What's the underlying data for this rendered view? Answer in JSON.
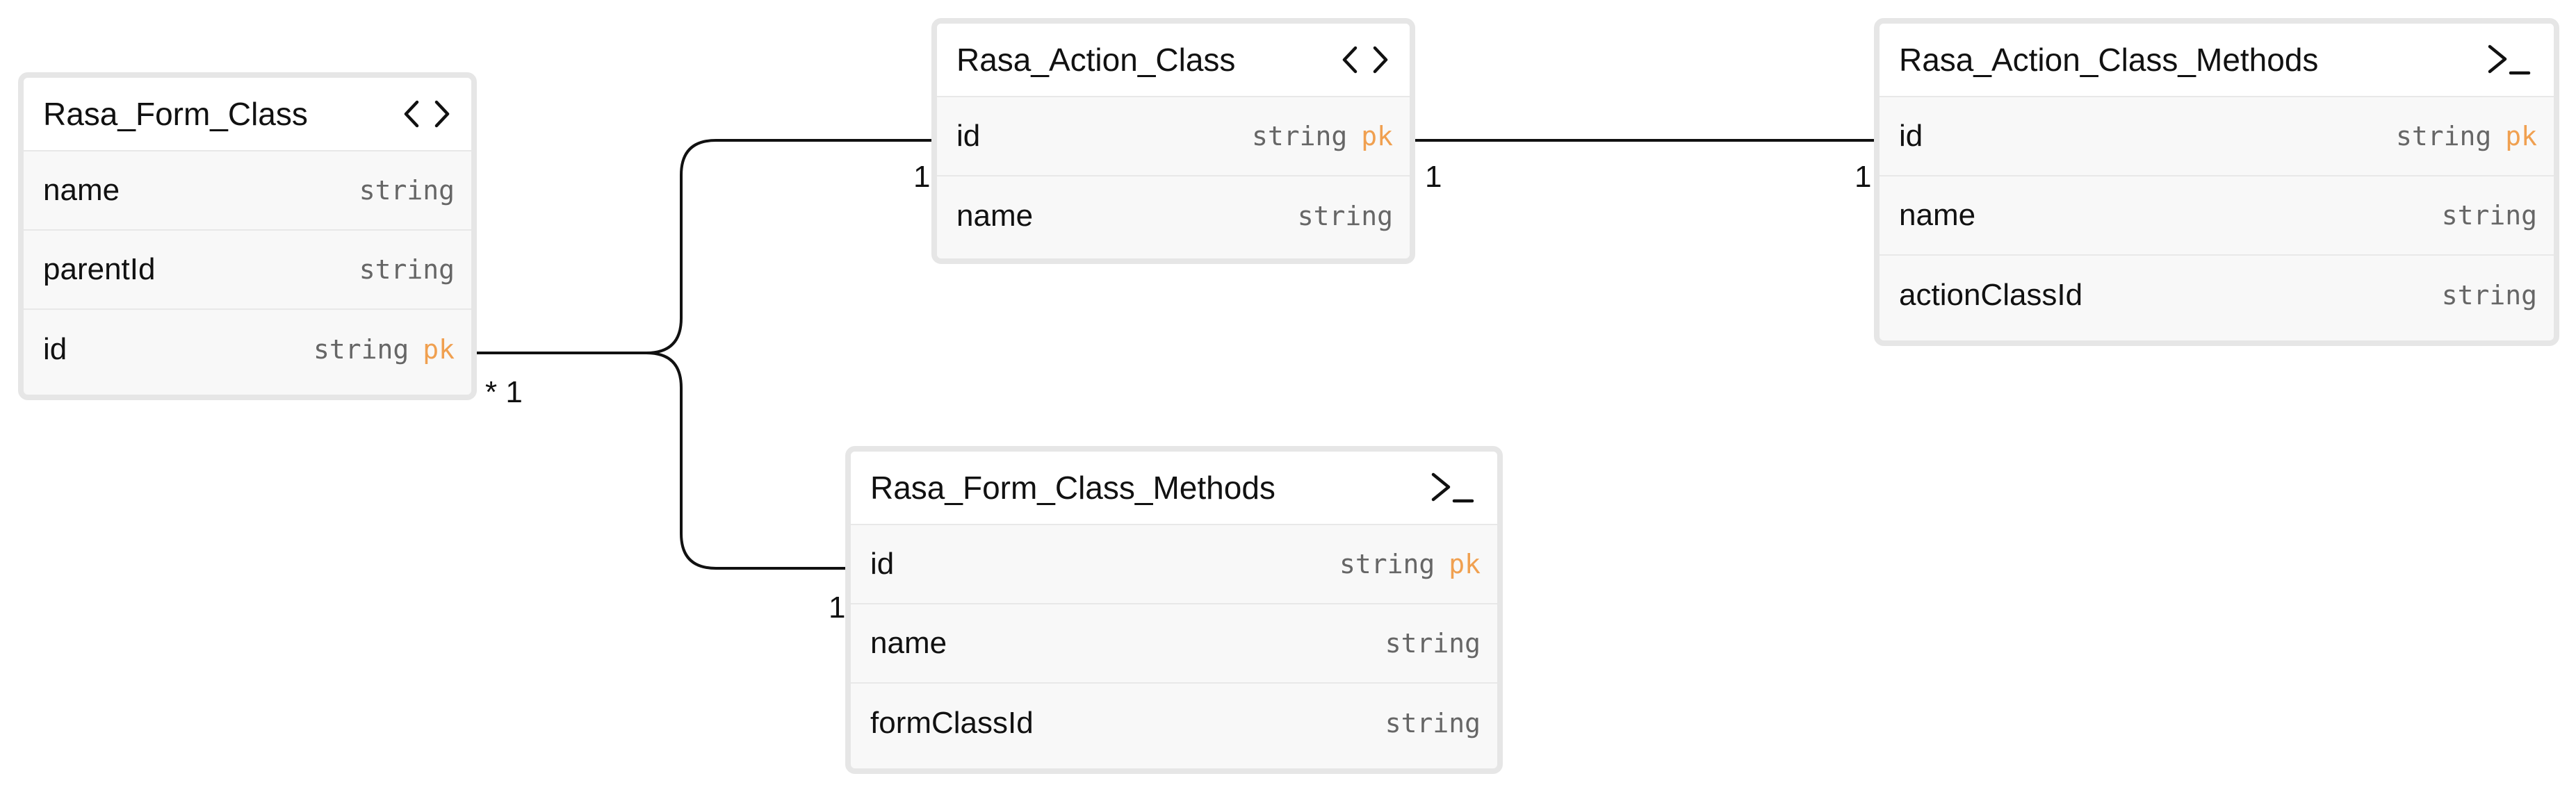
{
  "tables": [
    {
      "name": "Rasa_Form_Class",
      "icon": "code-brackets-icon",
      "fields": [
        {
          "name": "name",
          "type": "string",
          "pk": ""
        },
        {
          "name": "parentId",
          "type": "string",
          "pk": ""
        },
        {
          "name": "id",
          "type": "string",
          "pk": "pk"
        }
      ]
    },
    {
      "name": "Rasa_Action_Class",
      "icon": "code-brackets-icon",
      "fields": [
        {
          "name": "id",
          "type": "string",
          "pk": "pk"
        },
        {
          "name": "name",
          "type": "string",
          "pk": ""
        }
      ]
    },
    {
      "name": "Rasa_Action_Class_Methods",
      "icon": "terminal-prompt-icon",
      "fields": [
        {
          "name": "id",
          "type": "string",
          "pk": "pk"
        },
        {
          "name": "name",
          "type": "string",
          "pk": ""
        },
        {
          "name": "actionClassId",
          "type": "string",
          "pk": ""
        }
      ]
    },
    {
      "name": "Rasa_Form_Class_Methods",
      "icon": "terminal-prompt-icon",
      "fields": [
        {
          "name": "id",
          "type": "string",
          "pk": "pk"
        },
        {
          "name": "name",
          "type": "string",
          "pk": ""
        },
        {
          "name": "formClassId",
          "type": "string",
          "pk": ""
        }
      ]
    }
  ],
  "relations": [
    {
      "from": "Rasa_Form_Class.id",
      "to": "Rasa_Action_Class.id",
      "from_card": "* 1",
      "to_card": "1"
    },
    {
      "from": "Rasa_Form_Class.id",
      "to": "Rasa_Form_Class_Methods.id",
      "from_card": "* 1",
      "to_card": "1"
    },
    {
      "from": "Rasa_Action_Class.id",
      "to": "Rasa_Action_Class_Methods.id",
      "from_card": "1",
      "to_card": "1"
    }
  ],
  "colors": {
    "pk": "#f0a050",
    "type": "#666666",
    "border": "#e6e6e6",
    "line": "#111111"
  }
}
